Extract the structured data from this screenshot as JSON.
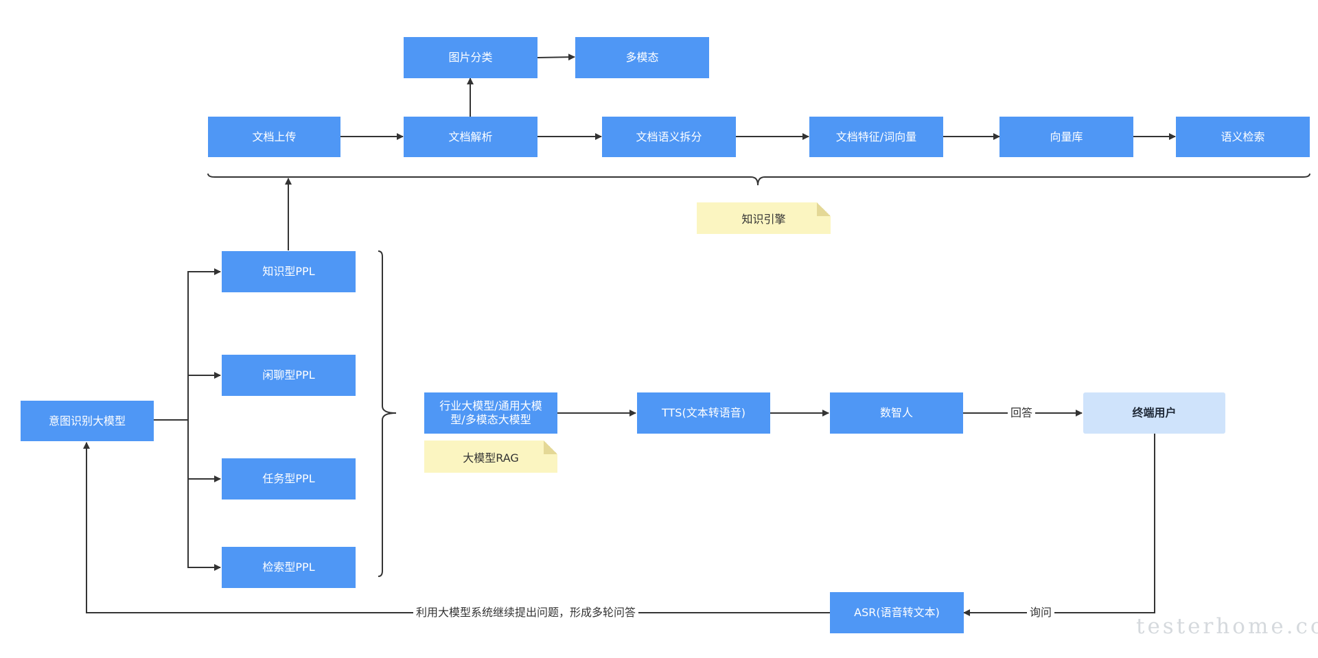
{
  "nodes": {
    "doc_upload": "文档上传",
    "doc_parse": "文档解析",
    "image_classify": "图片分类",
    "multimodal": "多模态",
    "doc_semantic_split": "文档语义拆分",
    "doc_feature_vector": "文档特征/词向量",
    "vector_db": "向量库",
    "semantic_search": "语义检索",
    "knowledge_ppl": "知识型PPL",
    "chat_ppl": "闲聊型PPL",
    "task_ppl": "任务型PPL",
    "search_ppl": "检索型PPL",
    "intent_model": "意图识别大模型",
    "llm": "行业大模型/通用大模型/多模态大模型",
    "tts": "TTS(文本转语音)",
    "digital_human": "数智人",
    "end_user": "终端用户",
    "asr": "ASR(语音转文本)"
  },
  "notes": {
    "knowledge_engine": "知识引擎",
    "llm_rag": "大模型RAG"
  },
  "edge_labels": {
    "answer": "回答",
    "ask": "询问",
    "feedback": "利用大模型系统继续提出问题，形成多轮问答"
  },
  "watermark": "testerhome.com",
  "colors": {
    "node_fill": "#4f97f5",
    "user_fill": "#cfe3fb",
    "note_fill": "#fbf5c1",
    "edge": "#333333"
  }
}
